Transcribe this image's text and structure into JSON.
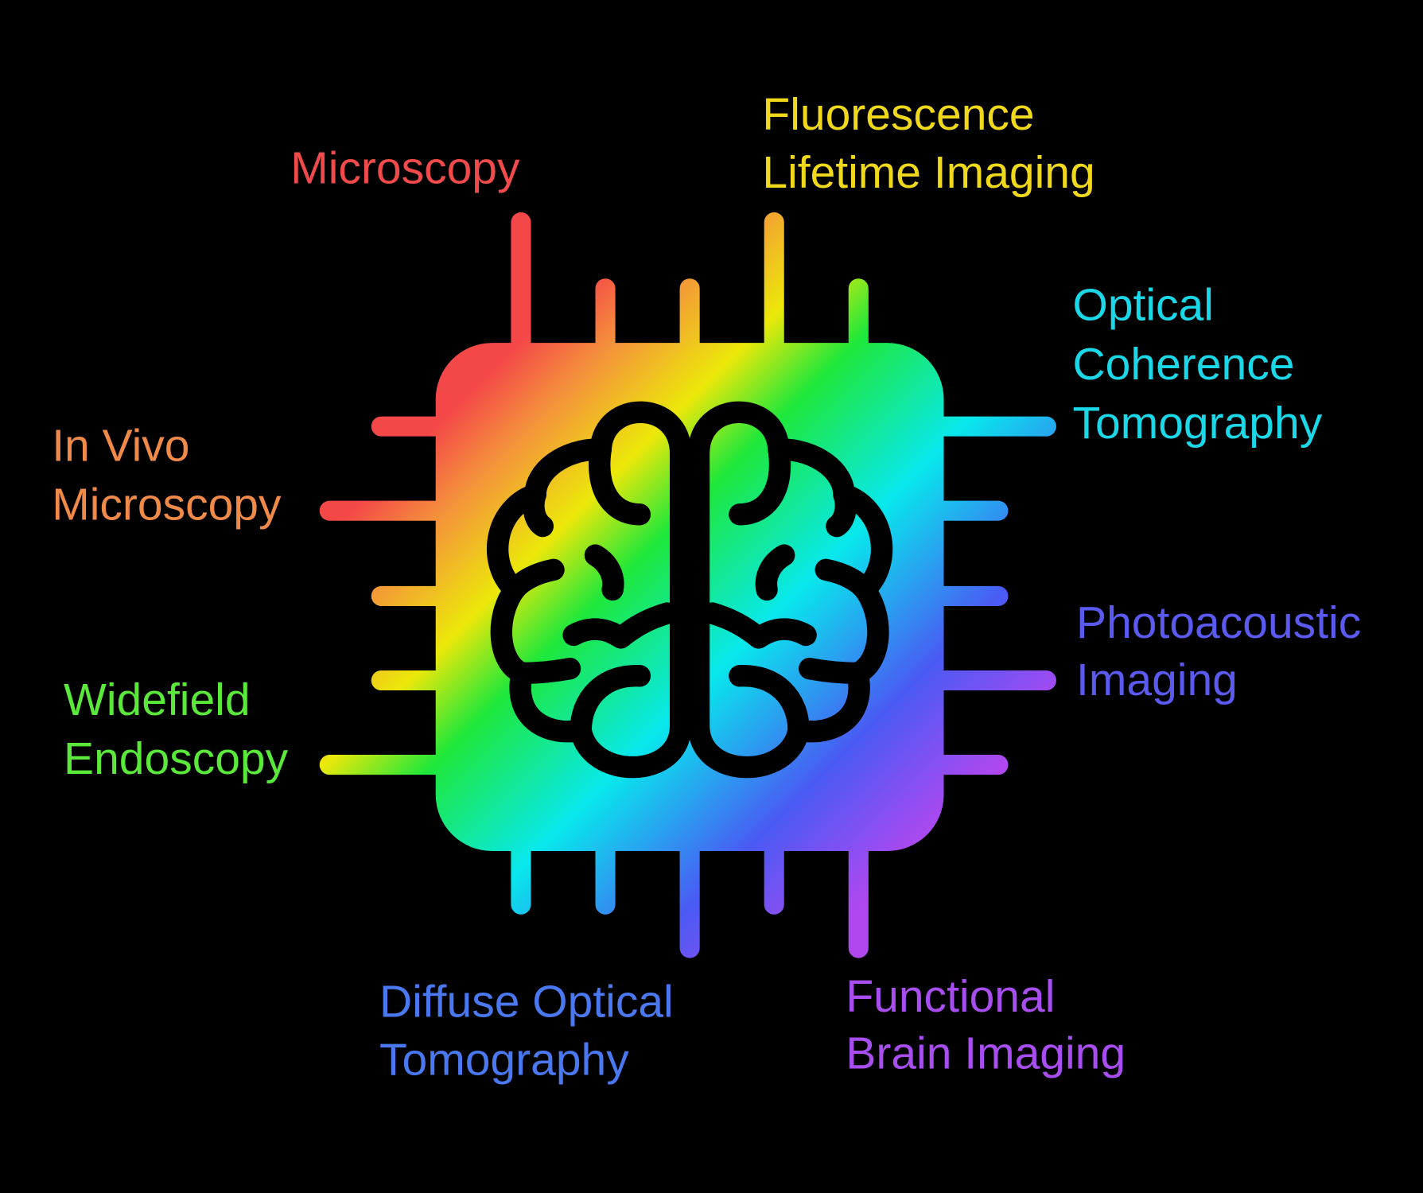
{
  "labels": {
    "microscopy": {
      "lines": [
        "Microscopy"
      ],
      "color": "#f04a4a"
    },
    "flim": {
      "lines": [
        "Fluorescence",
        "Lifetime Imaging"
      ],
      "color": "#f0d81a"
    },
    "oct": {
      "lines": [
        "Optical",
        "Coherence",
        "Tomography"
      ],
      "color": "#1ad8e8"
    },
    "in_vivo": {
      "lines": [
        "In Vivo",
        "Microscopy"
      ],
      "color": "#f08a48"
    },
    "photoacoustic": {
      "lines": [
        "Photoacoustic",
        "Imaging"
      ],
      "color": "#5a5af0"
    },
    "widefield": {
      "lines": [
        "Widefield",
        "Endoscopy"
      ],
      "color": "#5ae83a"
    },
    "diffuse": {
      "lines": [
        "Diffuse Optical",
        "Tomography"
      ],
      "color": "#4a78f0"
    },
    "functional": {
      "lines": [
        "Functional",
        "Brain Imaging"
      ],
      "color": "#a84ef0"
    }
  },
  "gradient_colors": [
    "#f44848",
    "#f4903c",
    "#ece80a",
    "#1ee83a",
    "#08e8ec",
    "#4a5af4",
    "#b048f0"
  ]
}
